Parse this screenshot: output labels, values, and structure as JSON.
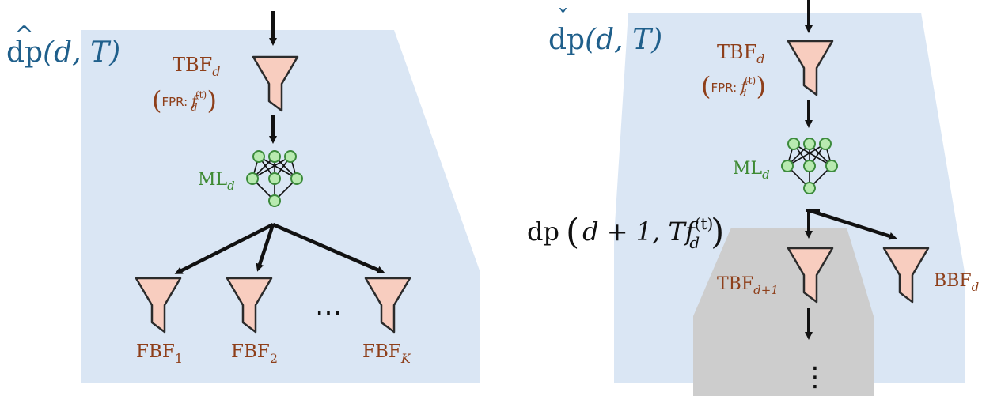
{
  "colors": {
    "panel": "#dae6f4",
    "gray_panel": "#cdcdcd",
    "filter_fill": "#f8cdbf",
    "filter_stroke": "#2b2b2b",
    "node_fill": "#b8eab0",
    "node_stroke": "#3c8b3c",
    "arrow": "#111111",
    "title": "#1f5f8b",
    "filter_label": "#8e3f1a",
    "ml_label": "#3e8a33",
    "dp_label": "#111111"
  },
  "left": {
    "title": {
      "base": "dp",
      "accent": "^",
      "args": "(d, T)"
    },
    "tbf": {
      "base": "TBF",
      "sub": "d"
    },
    "fpr": {
      "open": "(",
      "prefix": "FPR: ",
      "var": "f",
      "sub": "d",
      "sup": "(t)",
      "close": ")"
    },
    "ml": {
      "base": "ML",
      "sub": "d"
    },
    "fbf": [
      {
        "base": "FBF",
        "sub": "1"
      },
      {
        "base": "FBF",
        "sub": "2"
      },
      {
        "base": "FBF",
        "sub": "K"
      }
    ],
    "ellipsis": "…"
  },
  "right": {
    "title": {
      "base": "dp",
      "accent": "ˇ",
      "args": "(d, T)"
    },
    "tbf": {
      "base": "TBF",
      "sub": "d"
    },
    "fpr": {
      "open": "(",
      "prefix": "FPR: ",
      "var": "f",
      "sub": "d",
      "sup": "(t)",
      "close": ")"
    },
    "ml": {
      "base": "ML",
      "sub": "d"
    },
    "dp_next": {
      "base": "dp",
      "open": "(",
      "args": "d + 1, T",
      "var": "f",
      "sub": "d",
      "sup": "(t)",
      "close": ")"
    },
    "tbf_next": {
      "base": "TBF",
      "sub": "d+1"
    },
    "bbf": {
      "base": "BBF",
      "sub": "d"
    },
    "ellipsis": "⋮"
  }
}
